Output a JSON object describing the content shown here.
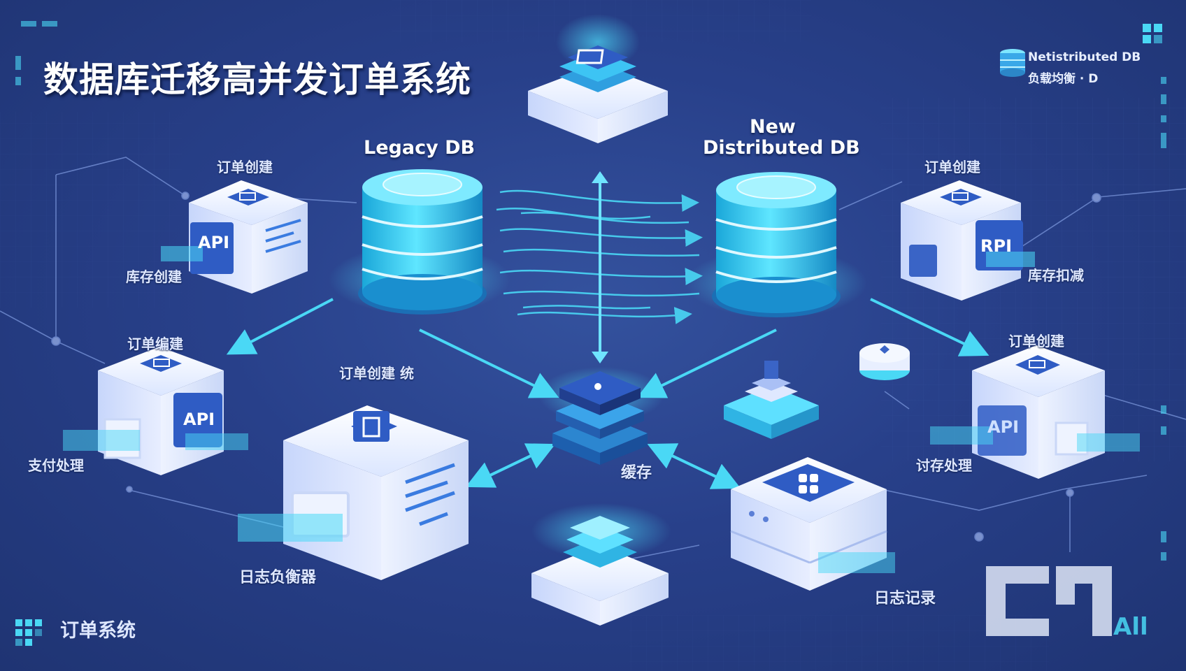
{
  "title": "数据库迁移高并发订单系统",
  "legend": {
    "line1": "Netistributed DB",
    "line2": "负载均衡 · D"
  },
  "databases": [
    {
      "id": "legacy",
      "label": "Legacy DB"
    },
    {
      "id": "new",
      "label_line1": "New",
      "label_line2": "Distributed DB"
    }
  ],
  "services": [
    {
      "id": "order-create-left",
      "label": "订单创建",
      "sub_label": "库存创建",
      "badge": "API"
    },
    {
      "id": "order-create-right",
      "label": "订单创建",
      "sub_label": "库存扣减",
      "badge": "RPI"
    },
    {
      "id": "payment",
      "label": "订单编建",
      "sub_label": "支付处理",
      "badge": "API"
    },
    {
      "id": "log-balancer",
      "label": "订单创建 统",
      "sub_label": "日志负衡器"
    },
    {
      "id": "inventory-right",
      "label": "订单创建",
      "sub_label": "讨存处理",
      "badge": "API"
    },
    {
      "id": "log-record",
      "label": "日志记录"
    }
  ],
  "cache": {
    "label": "缓存"
  },
  "footer": {
    "label": "订单系统"
  },
  "watermark": {
    "text": "All"
  },
  "colors": {
    "background": "#28408a",
    "accent": "#39d2f5",
    "node_face": "#e8f0ff",
    "badge": "#2f5cc4"
  }
}
